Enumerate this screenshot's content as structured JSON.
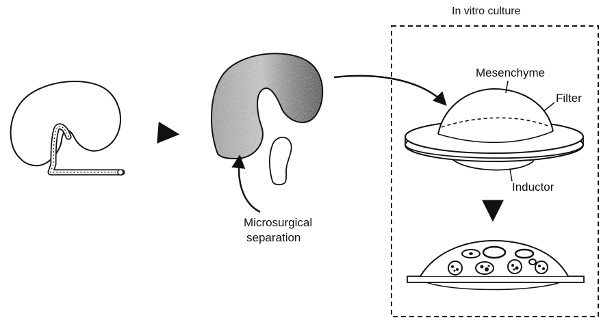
{
  "header": {
    "title": "In vitro culture"
  },
  "labels": {
    "mesenchyme": "Mesenchyme",
    "filter": "Filter",
    "inductor": "Inductor",
    "microsurgical_line1": "Microsurgical",
    "microsurgical_line2": "separation"
  },
  "colors": {
    "ink": "#111111",
    "background": "#ffffff",
    "stipple_light": "#d9d9d9",
    "stipple_dark": "#3a3a3a"
  }
}
